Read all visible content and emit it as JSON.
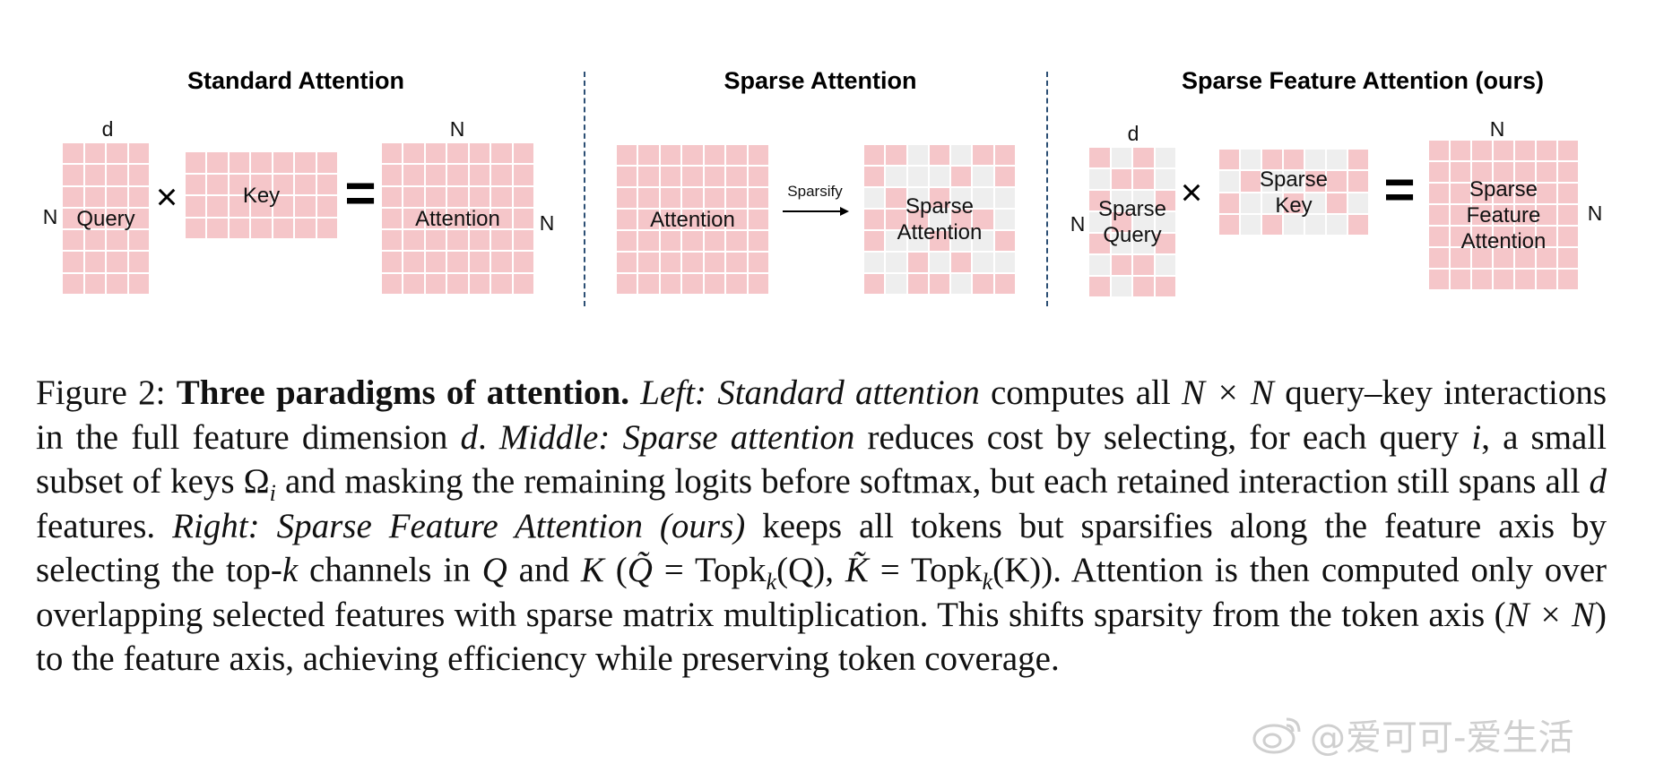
{
  "figure": {
    "panels": {
      "standard": {
        "title": "Standard Attention",
        "query": {
          "label": "Query",
          "dim_top": "d",
          "dim_side": "N"
        },
        "times_symbol": "×",
        "key": {
          "label": "Key"
        },
        "equals_symbol": "=",
        "attention": {
          "label": "Attention",
          "dim_top": "N",
          "dim_side": "N"
        }
      },
      "sparse": {
        "title": "Sparse Attention",
        "attention": {
          "label": "Attention"
        },
        "sparsify_label": "Sparsify",
        "sparse_attention": {
          "label": "Sparse\nAttention"
        }
      },
      "sparse_feature": {
        "title": "Sparse Feature Attention (ours)",
        "query": {
          "label": "Sparse\nQuery",
          "dim_top": "d",
          "dim_side": "N"
        },
        "times_symbol": "×",
        "key": {
          "label": "Sparse\nKey"
        },
        "equals_symbol": "=",
        "attention": {
          "label": "Sparse\nFeature\nAttention",
          "dim_top": "N",
          "dim_side": "N"
        }
      }
    },
    "colors": {
      "cell_on": "#f5c6c9",
      "cell_off": "#eeeeee",
      "divider": "#2c4f74"
    },
    "sparse_attention_pattern": [
      "1101011",
      "1000101",
      "0101000",
      "1110110",
      "1001001",
      "0010100",
      "1011011"
    ],
    "sparse_query_pattern": [
      "1010",
      "0110",
      "1001",
      "0100",
      "1001",
      "0110",
      "1011"
    ],
    "sparse_key_pattern": [
      "1011001",
      "0100111",
      "1001010",
      "1010001"
    ]
  },
  "caption": {
    "figure_label": "Figure 2:",
    "bold_title": "Three paradigms of attention.",
    "left_label": "Left: Standard attention",
    "text_1": " computes all ",
    "math_nxn": "N × N",
    "text_2": " query–key interactions in the full feature dimension ",
    "math_d1": "d",
    "text_3": ". ",
    "middle_label": "Middle: Sparse attention",
    "text_4": " reduces cost by selecting, for each query ",
    "math_i": "i",
    "text_5": ", a small subset of keys ",
    "math_omega": "Ω",
    "math_omega_sub": "i",
    "text_6": " and masking the remaining logits before softmax, but each retained interaction still spans all ",
    "math_d2": "d",
    "text_7": " features. ",
    "right_label": "Right: Sparse Feature Attention (ours)",
    "text_8": " keeps all tokens but sparsifies along the feature axis by selecting the top-",
    "math_k": "k",
    "text_9": " channels in ",
    "math_q": "Q",
    "text_10": " and ",
    "math_k2": "K",
    "text_11": " (",
    "math_qtilde": "Q̃",
    "text_12": " = Topk",
    "math_sub_k1": "k",
    "text_13": "(Q), ",
    "math_ktilde": "K̃",
    "text_14": " = Topk",
    "math_sub_k2": "k",
    "text_15": "(K)). Attention is then computed only over overlapping selected features with sparse matrix multiplication. This shifts sparsity from the token axis (",
    "math_nxn2": "N × N",
    "text_16": ") to the feature axis, achieving efficiency while preserving token coverage."
  },
  "watermark": {
    "text": "@爱可可-爱生活",
    "icon": "weibo-icon"
  }
}
